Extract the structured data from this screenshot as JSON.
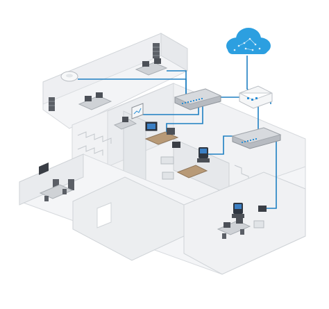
{
  "palette": {
    "background": "#ffffff",
    "cable": "#1d7fc2",
    "cloud": "#2c9fe0",
    "floor": "#eef0f2",
    "wall": "#e2e5e8",
    "wall_edge": "#c9cdd2",
    "device_dark": "#5b5f66",
    "device_light": "#d9dcdf",
    "switch_port": "#2a8fd6",
    "phone_screen": "#3b7fc4"
  },
  "elements": {
    "cloud": "cloud-icon",
    "gateway": "security-gateway",
    "switch_main": "network-switch",
    "switch_secondary": "network-switch",
    "access_point": "wireless-access-point",
    "server_racks": "server-rack-icon",
    "workstations": "desk-workstation",
    "ip_phones": "ip-phone-icon",
    "displays": "wall-display-icon"
  }
}
